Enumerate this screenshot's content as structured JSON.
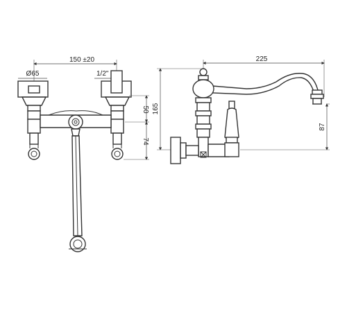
{
  "front_view": {
    "dim_width": "150 ±20",
    "dim_diameter": "Ø65",
    "dim_thread": "1/2\" G",
    "dim_height_upper": "50",
    "dim_height_lower": "74"
  },
  "side_view": {
    "dim_reach": "225",
    "dim_total_height": "165",
    "dim_spout_height": "87"
  }
}
